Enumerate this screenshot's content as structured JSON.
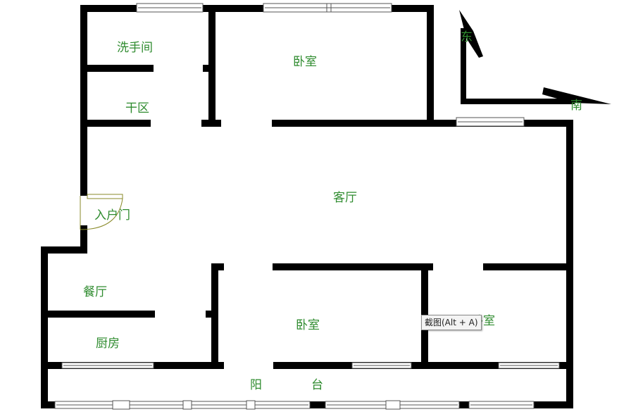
{
  "rooms": {
    "bathroom": "洗手间",
    "dry_area": "干区",
    "bedroom_top": "卧室",
    "living_room": "客厅",
    "entrance": "入户门",
    "dining_room": "餐厅",
    "kitchen": "厨房",
    "bedroom_bottom": "卧室",
    "bedroom_right": "卧室",
    "balcony_left": "阳",
    "balcony_right": "台"
  },
  "compass": {
    "east": "东",
    "south": "南"
  },
  "tooltip": "截图(Alt + A)",
  "colors": {
    "wall": "#000000",
    "label": "#2e8b2e",
    "door": "#8a8a2a"
  }
}
